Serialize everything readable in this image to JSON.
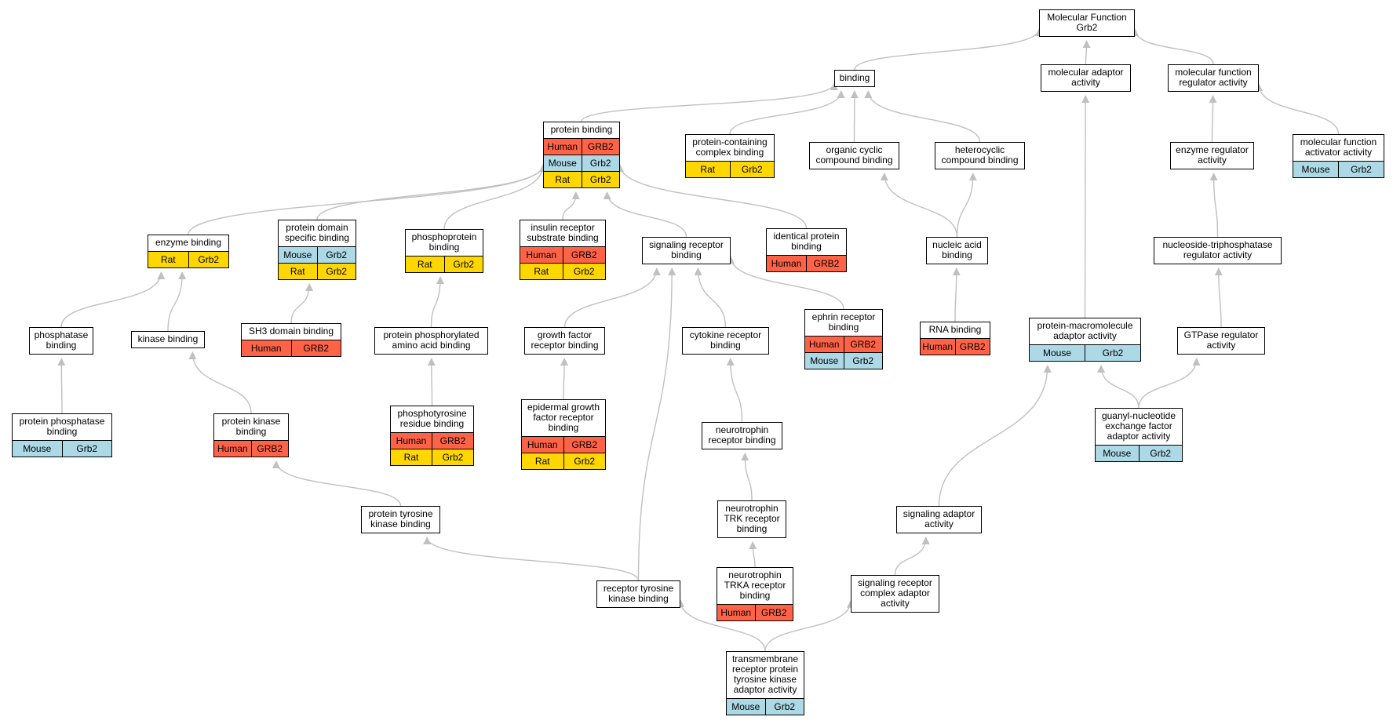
{
  "colors": {
    "human": "#ff6347",
    "mouse": "#add8e6",
    "rat": "#ffd700",
    "edge": "#c0c0c0",
    "border": "#000000"
  },
  "nodes": [
    {
      "id": "mf",
      "label": "Molecular Function\nGrb2",
      "rows": []
    },
    {
      "id": "binding",
      "label": "binding",
      "rows": []
    },
    {
      "id": "adaptor",
      "label": "molecular adaptor\nactivity",
      "rows": []
    },
    {
      "id": "mfreg",
      "label": "molecular function\nregulator activity",
      "rows": []
    },
    {
      "id": "protbind",
      "label": "protein binding",
      "rows": [
        {
          "species": "Human",
          "gene": "GRB2",
          "cls": "human"
        },
        {
          "species": "Mouse",
          "gene": "Grb2",
          "cls": "mouse"
        },
        {
          "species": "Rat",
          "gene": "Grb2",
          "cls": "rat"
        }
      ]
    },
    {
      "id": "pcomplex",
      "label": "protein-containing\ncomplex binding",
      "rows": [
        {
          "species": "Rat",
          "gene": "Grb2",
          "cls": "rat"
        }
      ]
    },
    {
      "id": "organic",
      "label": "organic cyclic\ncompound binding",
      "rows": []
    },
    {
      "id": "hetero",
      "label": "heterocyclic\ncompound binding",
      "rows": []
    },
    {
      "id": "enzreg",
      "label": "enzyme regulator\nactivity",
      "rows": []
    },
    {
      "id": "mfact",
      "label": "molecular function\nactivator activity",
      "rows": [
        {
          "species": "Mouse",
          "gene": "Grb2",
          "cls": "mouse"
        }
      ]
    },
    {
      "id": "enzbind",
      "label": "enzyme binding",
      "rows": [
        {
          "species": "Rat",
          "gene": "Grb2",
          "cls": "rat"
        }
      ]
    },
    {
      "id": "pdomain",
      "label": "protein domain\nspecific binding",
      "rows": [
        {
          "species": "Mouse",
          "gene": "Grb2",
          "cls": "mouse"
        },
        {
          "species": "Rat",
          "gene": "Grb2",
          "cls": "rat"
        }
      ]
    },
    {
      "id": "phosphoprot",
      "label": "phosphoprotein\nbinding",
      "rows": [
        {
          "species": "Rat",
          "gene": "Grb2",
          "cls": "rat"
        }
      ]
    },
    {
      "id": "insulin",
      "label": "insulin receptor\nsubstrate binding",
      "rows": [
        {
          "species": "Human",
          "gene": "GRB2",
          "cls": "human"
        },
        {
          "species": "Rat",
          "gene": "Grb2",
          "cls": "rat"
        }
      ]
    },
    {
      "id": "sigrec",
      "label": "signaling receptor\nbinding",
      "rows": []
    },
    {
      "id": "identical",
      "label": "identical protein\nbinding",
      "rows": [
        {
          "species": "Human",
          "gene": "GRB2",
          "cls": "human"
        }
      ]
    },
    {
      "id": "nucleic",
      "label": "nucleic acid\nbinding",
      "rows": []
    },
    {
      "id": "ntpreg",
      "label": "nucleoside-triphosphatase\nregulator activity",
      "rows": []
    },
    {
      "id": "phosphatase",
      "label": "phosphatase\nbinding",
      "rows": []
    },
    {
      "id": "kinase",
      "label": "kinase binding",
      "rows": []
    },
    {
      "id": "sh3",
      "label": "SH3 domain binding",
      "rows": [
        {
          "species": "Human",
          "gene": "GRB2",
          "cls": "human"
        }
      ]
    },
    {
      "id": "pphosaa",
      "label": "protein phosphorylated\namino acid binding",
      "rows": []
    },
    {
      "id": "growth",
      "label": "growth factor\nreceptor binding",
      "rows": []
    },
    {
      "id": "cytokine",
      "label": "cytokine receptor\nbinding",
      "rows": []
    },
    {
      "id": "ephrin",
      "label": "ephrin receptor\nbinding",
      "rows": [
        {
          "species": "Human",
          "gene": "GRB2",
          "cls": "human"
        },
        {
          "species": "Mouse",
          "gene": "Grb2",
          "cls": "mouse"
        }
      ]
    },
    {
      "id": "rna",
      "label": "RNA binding",
      "rows": [
        {
          "species": "Human",
          "gene": "GRB2",
          "cls": "human"
        }
      ]
    },
    {
      "id": "pmacro",
      "label": "protein-macromolecule\nadaptor activity",
      "rows": [
        {
          "species": "Mouse",
          "gene": "Grb2",
          "cls": "mouse"
        }
      ]
    },
    {
      "id": "gtpase",
      "label": "GTPase regulator\nactivity",
      "rows": []
    },
    {
      "id": "pphosphatase",
      "label": "protein phosphatase\nbinding",
      "rows": [
        {
          "species": "Mouse",
          "gene": "Grb2",
          "cls": "mouse"
        }
      ]
    },
    {
      "id": "pkinase",
      "label": "protein kinase\nbinding",
      "rows": [
        {
          "species": "Human",
          "gene": "GRB2",
          "cls": "human"
        }
      ]
    },
    {
      "id": "ptyr",
      "label": "phosphotyrosine\nresidue binding",
      "rows": [
        {
          "species": "Human",
          "gene": "GRB2",
          "cls": "human"
        },
        {
          "species": "Rat",
          "gene": "Grb2",
          "cls": "rat"
        }
      ]
    },
    {
      "id": "egf",
      "label": "epidermal growth\nfactor receptor\nbinding",
      "rows": [
        {
          "species": "Human",
          "gene": "GRB2",
          "cls": "human"
        },
        {
          "species": "Rat",
          "gene": "Grb2",
          "cls": "rat"
        }
      ]
    },
    {
      "id": "neurotrophin",
      "label": "neurotrophin\nreceptor binding",
      "rows": []
    },
    {
      "id": "guanyl",
      "label": "guanyl-nucleotide\nexchange factor\nadaptor activity",
      "rows": [
        {
          "species": "Mouse",
          "gene": "Grb2",
          "cls": "mouse"
        }
      ]
    },
    {
      "id": "ptk",
      "label": "protein tyrosine\nkinase binding",
      "rows": []
    },
    {
      "id": "trk",
      "label": "neurotrophin\nTRK receptor\nbinding",
      "rows": []
    },
    {
      "id": "sigadaptor",
      "label": "signaling adaptor\nactivity",
      "rows": []
    },
    {
      "id": "rtk",
      "label": "receptor tyrosine\nkinase binding",
      "rows": []
    },
    {
      "id": "trka",
      "label": "neurotrophin\nTRKA receptor\nbinding",
      "rows": [
        {
          "species": "Human",
          "gene": "GRB2",
          "cls": "human"
        }
      ]
    },
    {
      "id": "sigcomplex",
      "label": "signaling receptor\ncomplex adaptor\nactivity",
      "rows": []
    },
    {
      "id": "transmem",
      "label": "transmembrane\nreceptor protein\ntyrosine kinase\nadaptor activity",
      "rows": [
        {
          "species": "Mouse",
          "gene": "Grb2",
          "cls": "mouse"
        }
      ]
    }
  ]
}
